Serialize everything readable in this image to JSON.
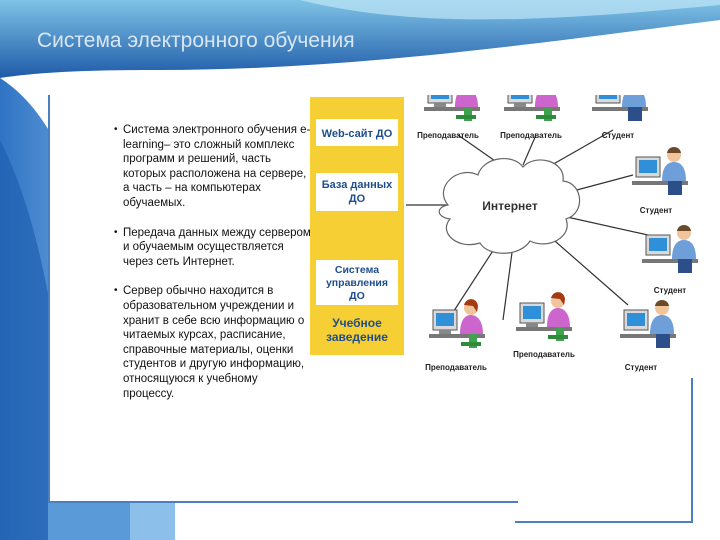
{
  "slide": {
    "title": "Система электронного обучения",
    "bullets": [
      "Система электронного обучения e-learning– это сложный комплекс программ и решений, часть которых расположена на сервере, а часть – на компьютерах обучаемых.",
      "Передача данных между сервером и обучаемым осуществляется через сеть Интернет.",
      "Сервер обычно находится в образовательном учреждении и хранит в себе всю информацию о читаемых курсах, расписание, справочные материалы, оценки студентов и другую информацию, относящуюся к учебному процессу."
    ]
  },
  "diagram": {
    "institution": {
      "website": "Web-сайт ДО",
      "database_line1": "База данных",
      "database_line2": "ДО",
      "system_line1": "Система",
      "system_line2": "управления",
      "system_line3": "ДО",
      "label_line1": "Учебное",
      "label_line2": "заведение"
    },
    "internet": "Интернет",
    "users": [
      {
        "role": "Преподаватель",
        "icon": "teacher-computer-icon"
      },
      {
        "role": "Преподаватель",
        "icon": "teacher-computer-icon"
      },
      {
        "role": "Студент",
        "icon": "student-computer-icon"
      },
      {
        "role": "Студент",
        "icon": "student-computer-icon"
      },
      {
        "role": "Студент",
        "icon": "student-computer-icon"
      },
      {
        "role": "Студент",
        "icon": "student-computer-icon"
      },
      {
        "role": "Преподаватель",
        "icon": "teacher-computer-icon"
      },
      {
        "role": "Преподаватель",
        "icon": "teacher-computer-icon"
      }
    ]
  },
  "colors": {
    "accent_blue": "#2f6fb8",
    "institution_yellow": "#f6cf35",
    "teacher_pink": "#cc66cc",
    "student_blue": "#6f9fd8"
  }
}
